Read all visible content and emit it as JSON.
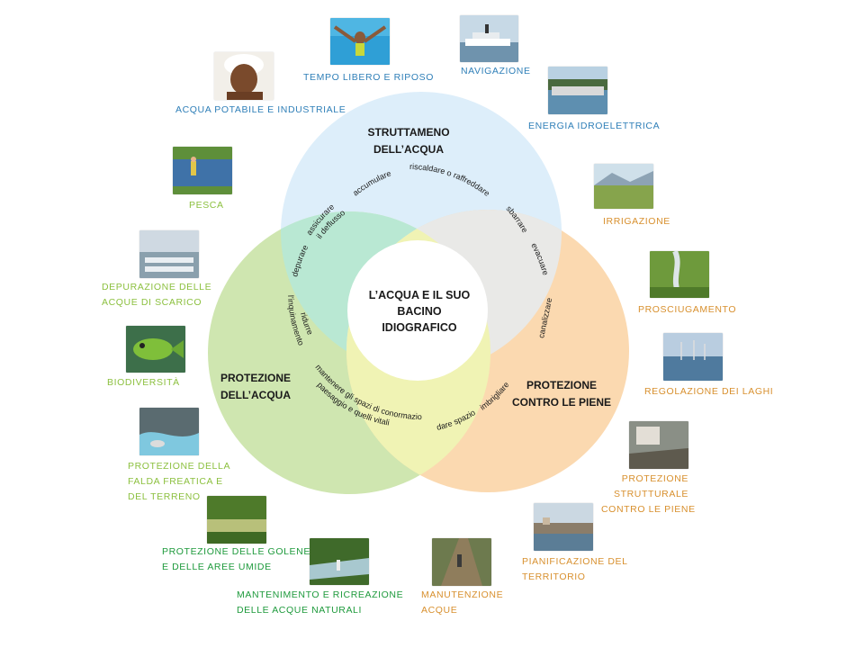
{
  "diagram": {
    "center": {
      "line1": "L’ACQUA E IL SUO",
      "line2": "BACINO",
      "line3": "IDIOGRAFICO"
    },
    "circles": {
      "top": {
        "line1": "STRUTTAMENO",
        "line2": "DELL’ACQUA",
        "color": "#ddeefa"
      },
      "left": {
        "line1": "PROTEZIONE",
        "line2": "DELL’ACQUA",
        "color": "#cfe6b0"
      },
      "right": {
        "line1": "PROTEZIONE",
        "line2": "CONTRO LE PIENE",
        "color": "#fbd9b0"
      }
    },
    "arc_words": {
      "accumulare": "accumulare",
      "riscaldare": "riscaldare o raffreddare",
      "sbarrare": "sbarrare",
      "evacuare": "evacuare",
      "canalizzare": "canalizzare",
      "assicurare": "assicurare",
      "deflusso": "il deflusso",
      "depurare": "depurare",
      "ridurre": "ridurre",
      "inquinamento": "l’inquinamento",
      "mantenere1": "mantenere gli spazi di conormazione",
      "mantenere2": "paesaggio e quelli vitali",
      "dare_spazio": "dare spazio",
      "imbrigliare": "imbrigliare"
    }
  },
  "labels": {
    "tempo_libero": "TEMPO LIBERO E RIPOSO",
    "navigazione": "NAVIGAZIONE",
    "acqua_potabile": "ACQUA POTABILE E INDUSTRIALE",
    "energia": "ENERGIA IDROELETTRICA",
    "pesca": "PESCA",
    "irrigazione": "IRRIGAZIONE",
    "depurazione1": "DEPURAZIONE DELLE",
    "depurazione2": "ACQUE DI SCARICO",
    "prosciugamento": "PROSCIUGAMENTO",
    "biodiversita": "BIODIVERSITÀ",
    "regolazione": "REGOLAZIONE DEI LAGHI",
    "falda1": "PROTEZIONE DELLA",
    "falda2": "FALDA FREATICA E",
    "falda3": "DEL TERRENO",
    "strutturale1": "PROTEZIONE",
    "strutturale2": "STRUTTURALE",
    "strutturale3": "CONTRO LE PIENE",
    "golene1": "PROTEZIONE DELLE GOLENE",
    "golene2": "E DELLE AREE UMIDE",
    "pianificazione1": "PIANIFICAZIONE DEL",
    "pianificazione2": "TERRITORIO",
    "mantenimento1": "MANTENIMENTO  E RICREAZIONE",
    "mantenimento2": "DELLE ACQUE NATURALI",
    "manutenzione1": "MANUTENZIONE",
    "manutenzione2": "ACQUE"
  },
  "colors": {
    "label_blue": "#2f7fb8",
    "label_light_green": "#8cc03f",
    "label_dark_green": "#1e9a3c",
    "label_orange": "#d8902e"
  }
}
